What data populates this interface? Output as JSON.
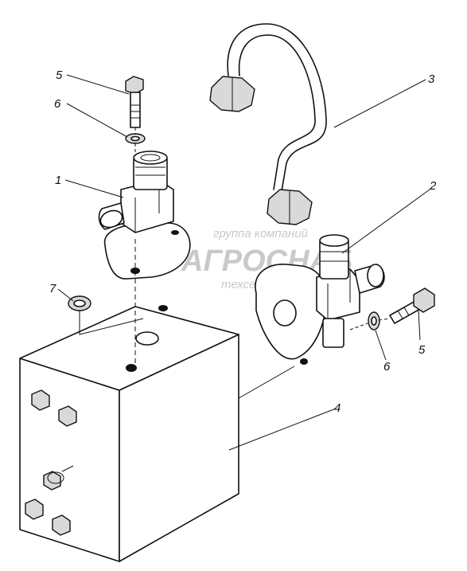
{
  "diagram": {
    "callouts": [
      "5",
      "6",
      "1",
      "7",
      "3",
      "2",
      "5",
      "6",
      "4"
    ]
  },
  "watermark": {
    "line1": "группа компаний",
    "line2": "АГРОСНАБ",
    "line3": "техсервис"
  },
  "colors": {
    "line": "#111111",
    "background": "#ffffff",
    "watermark": "#c9c9c9"
  }
}
